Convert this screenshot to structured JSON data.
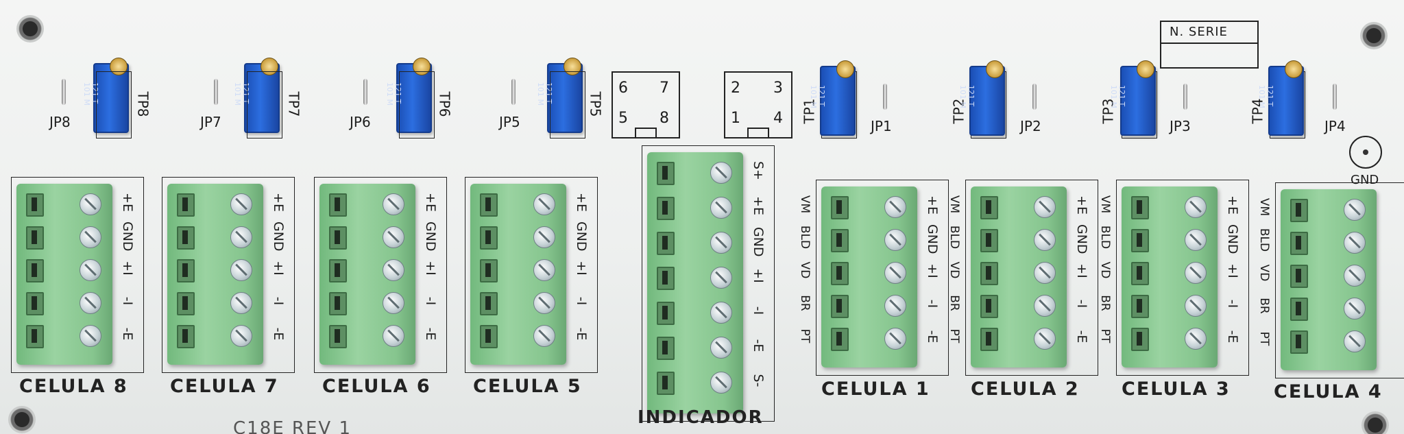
{
  "board": {
    "serial_label": "N. SERIE",
    "gnd_label": "GND",
    "indicator_label": "INDICADOR",
    "bottom_text": "C18E REV 1",
    "jumpers": [
      "JP8",
      "JP7",
      "JP6",
      "JP5",
      "JP1",
      "JP2",
      "JP3",
      "JP4"
    ],
    "trimpots": [
      "TP8",
      "TP7",
      "TP6",
      "TP5",
      "TP1",
      "TP2",
      "TP3",
      "TP4"
    ],
    "trimpot_text": "121 T\n101 M",
    "chip_left_pins": [
      "6",
      "7",
      "5",
      "8"
    ],
    "chip_right_pins": [
      "2",
      "3",
      "1",
      "4"
    ],
    "cells": [
      "CELULA 8",
      "CELULA 7",
      "CELULA 6",
      "CELULA 5",
      "CELULA 1",
      "CELULA 2",
      "CELULA 3",
      "CELULA 4"
    ],
    "cell_pins": [
      "+E",
      "GND",
      "+I",
      "-I",
      "-E"
    ],
    "cell_wire_colors": [
      "VM",
      "BLD",
      "VD",
      "BR",
      "PT"
    ],
    "indicator_pins": [
      "S+",
      "+E",
      "GND",
      "+I",
      "-I",
      "-E",
      "S-"
    ]
  }
}
